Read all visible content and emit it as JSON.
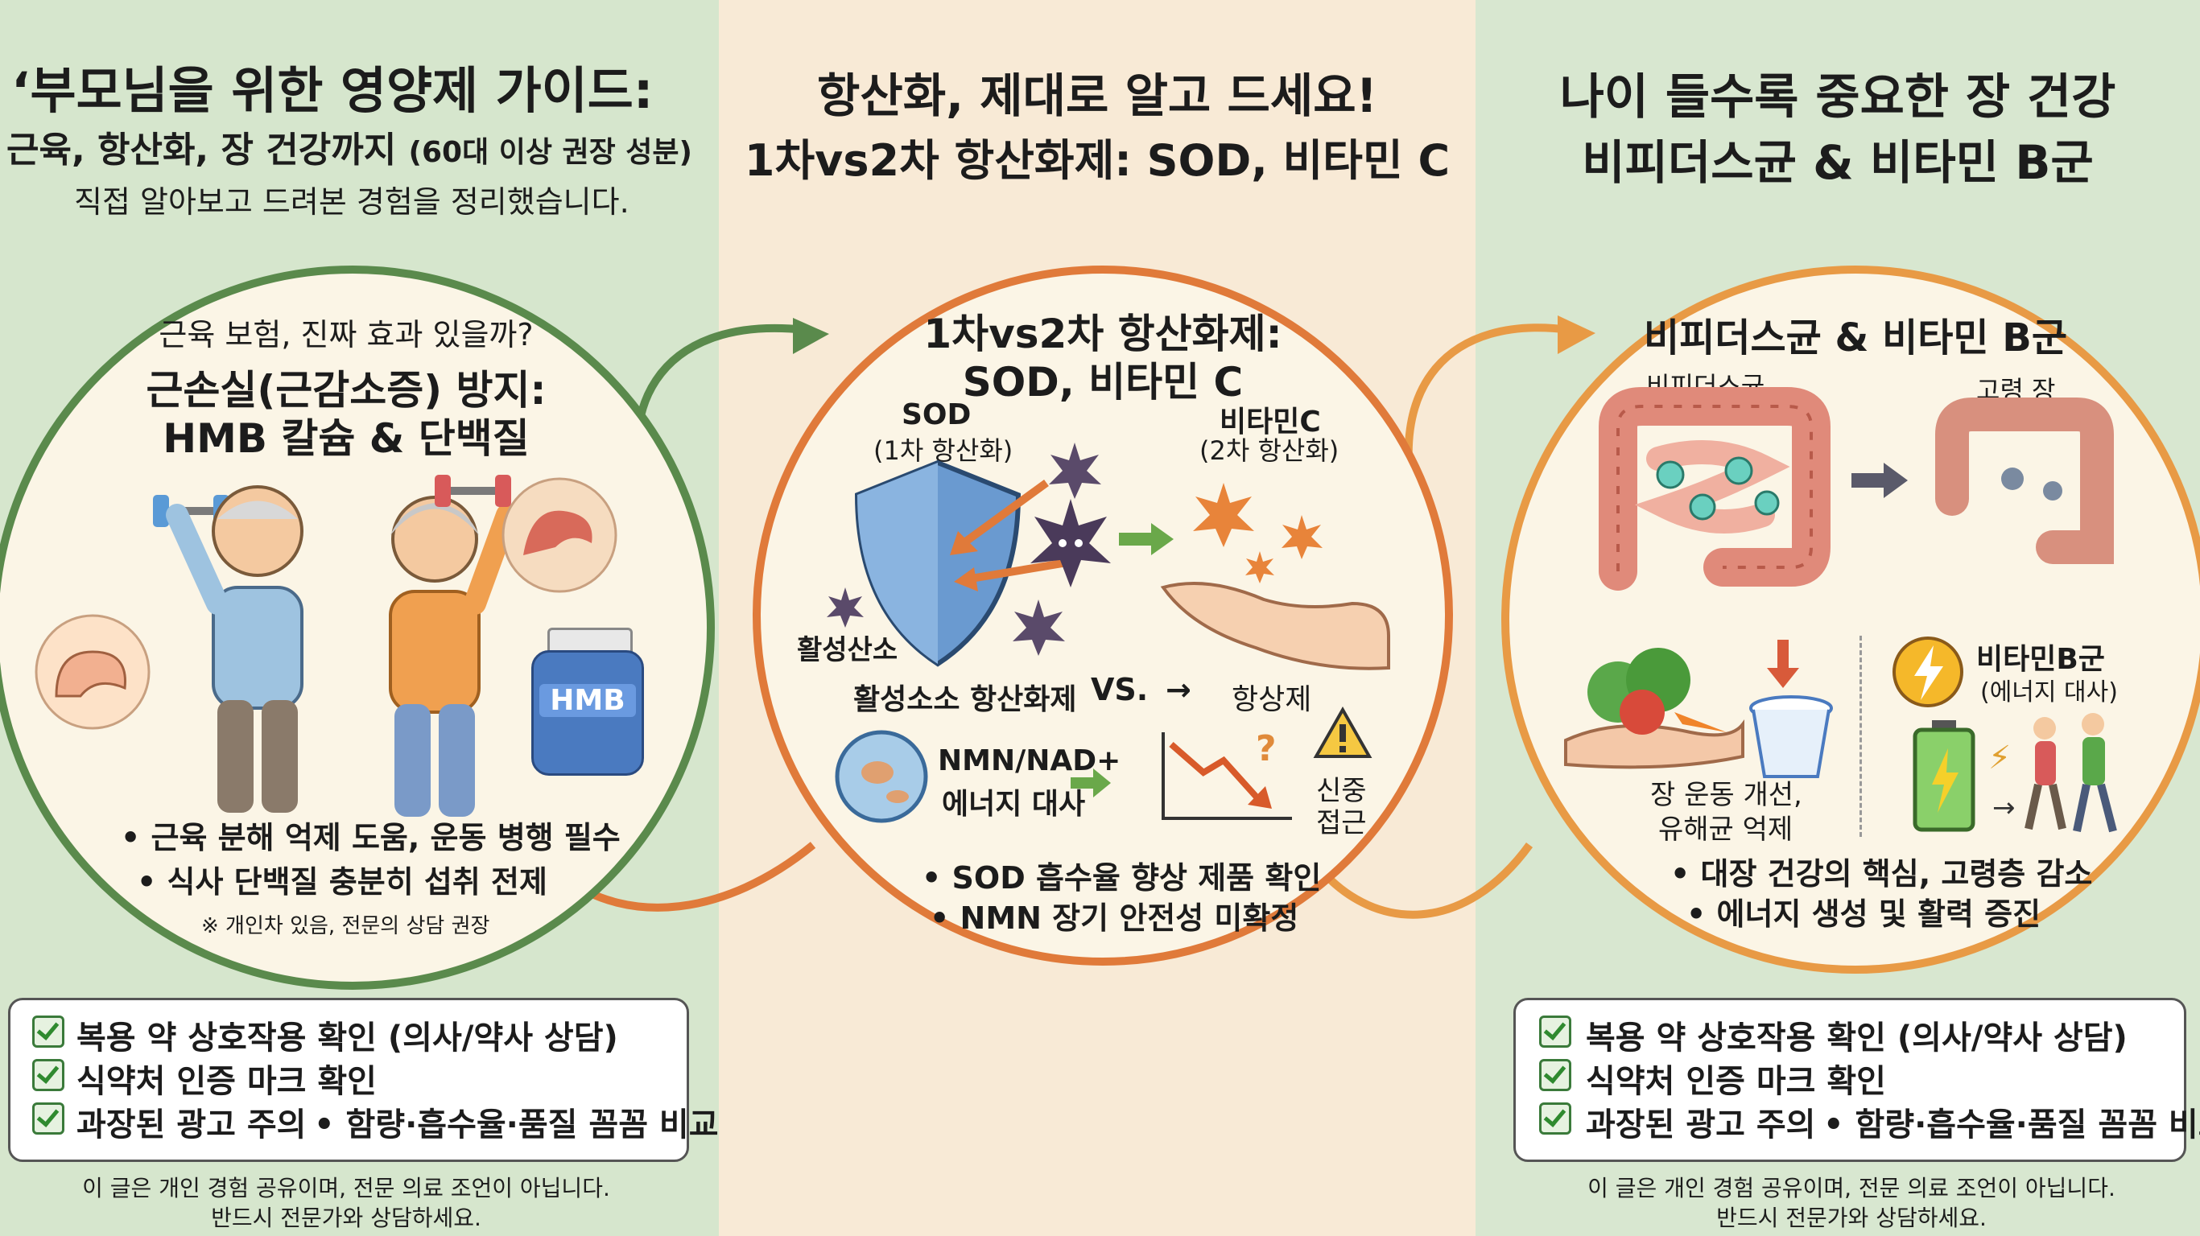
{
  "left": {
    "title": "‘부모님을 위한 영양제 가이드:",
    "subtitle_main": "근육, 항산화, 장 건강까지",
    "subtitle_paren": "(60대 이상 권장 성분)",
    "tagline": "직접 알아보고 드려본 경험을 정리했습니다.",
    "circle": {
      "question": "근육 보험, 진짜 효과 있을까?",
      "heading1": "근손실(근감소증) 방지:",
      "heading2": "HMB 칼슘 & 단백질",
      "bottle_label": "HMB",
      "bullets": [
        "• 근육 분해 억제 도움, 운동 병행 필수",
        "• 식사 단백질 충분히 섭취 전제"
      ],
      "note": "※ 개인차 있음, 전문의 상담 권장"
    },
    "checklist": [
      "복용 약 상호작용 확인 (의사/약사 상담)",
      "식약처 인증 마크 확인",
      "과장된 광고 주의"
    ],
    "checklist_extra": "• 함량·흡수율·품질 꼼꼼 비교",
    "disclaimer": [
      "이 글은 개인 경험 공유이며, 전문 의료 조언이 아닙니다.",
      "반드시 전문가와 상담하세요."
    ]
  },
  "middle": {
    "title1": "항산화, 제대로 알고 드세요!",
    "title2": "1차vs2차 항산화제: SOD, 비타민 C",
    "circle": {
      "heading1": "1차vs2차 항산화제:",
      "heading2": "SOD, 비타민 C",
      "sod_label": "SOD",
      "sod_sub": "(1차 항산화)",
      "vitc_label": "비타민C",
      "vitc_sub": "(2차 항산화)",
      "ros_label": "활성산소",
      "compare_left": "활성소소 항산화제",
      "compare_vs": "VS.",
      "compare_arrow": "→",
      "compare_right": "항상제",
      "nmn1": "NMN/NAD+",
      "nmn2": "에너지 대사",
      "caution1": "신중",
      "caution2": "접근",
      "bullets": [
        "• SOD 흡수율 향상 제품 확인",
        "• NMN 장기 안전성 미확정"
      ]
    }
  },
  "right": {
    "title1": "나이 들수록 중요한 장 건강",
    "title2": "비피더스균 & 비타민 B군",
    "circle": {
      "heading": "비피더스균 & 비타민 B군",
      "bifido_label": "비피더스균",
      "aged_label": "고령 장",
      "gut1": "장 운동 개선,",
      "gut2": "유해균 억제",
      "vitb1": "비타민B군",
      "vitb2": "(에너지 대사)",
      "bullets": [
        "• 대장 건강의 핵심, 고령층 감소",
        "• 에너지 생성 및 활력 증진"
      ]
    },
    "checklist": [
      "복용 약 상호작용 확인 (의사/약사 상담)",
      "식약처 인증 마크 확인",
      "과장된 광고 주의"
    ],
    "checklist_extra": "• 함량·흡수율·품질 꼼꼼 비교",
    "disclaimer": [
      "이 글은 개인 경험 공유이며, 전문 의료 조언이 아닙니다.",
      "반드시 전문가와 상담하세요."
    ]
  },
  "colors": {
    "left_bg": "#d6e6cd",
    "middle_bg": "#f8ead6",
    "right_bg": "#d8e7d0",
    "green_ring": "#5a8a4c",
    "orange_ring": "#e07a3a",
    "amber_ring": "#e89a45"
  },
  "icons": [
    "dumbbell-icon",
    "muscle-icon",
    "shield-icon",
    "virus-icon",
    "hand-icon",
    "cell-icon",
    "chart-down-icon",
    "warning-icon",
    "intestine-icon",
    "vegetables-icon",
    "yogurt-icon",
    "lightning-icon",
    "battery-icon",
    "walking-couple-icon",
    "check-icon"
  ]
}
